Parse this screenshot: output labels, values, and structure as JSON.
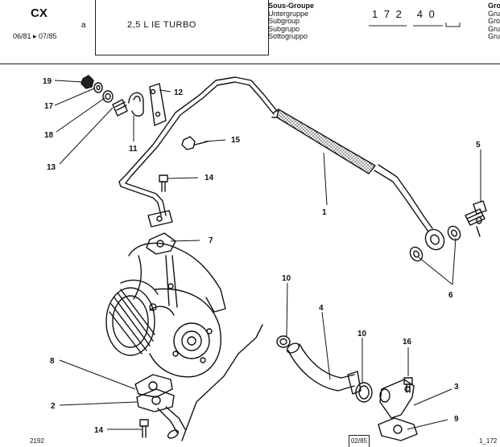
{
  "header": {
    "model": "CX",
    "date_range": "06/81 ▸ 07/85",
    "from_marker": "a",
    "engine": "2,5 L IE TURBO",
    "subgroup_labels": [
      "Sous-Groupe",
      "Untergruppe",
      "Subgroup",
      "Subgrupo",
      "Sottogruppo"
    ],
    "subgroup_code": "1 7 2   4 0",
    "group_labels": [
      "Gro",
      "Gru",
      "Gro",
      "Gru",
      "Gru"
    ]
  },
  "callouts": {
    "c1": "1",
    "c2": "2",
    "c3": "3",
    "c4": "4",
    "c5": "5",
    "c6": "6",
    "c7": "7",
    "c8": "8",
    "c9": "9",
    "c10a": "10",
    "c10b": "10",
    "c11": "11",
    "c12": "12",
    "c13": "13",
    "c14a": "14",
    "c14b": "14",
    "c15": "15",
    "c16": "16",
    "c17": "17",
    "c18": "18",
    "c19": "19"
  },
  "footer": {
    "page_ref": "2192",
    "edition": "02/85",
    "sheet_ref": "1_172"
  }
}
